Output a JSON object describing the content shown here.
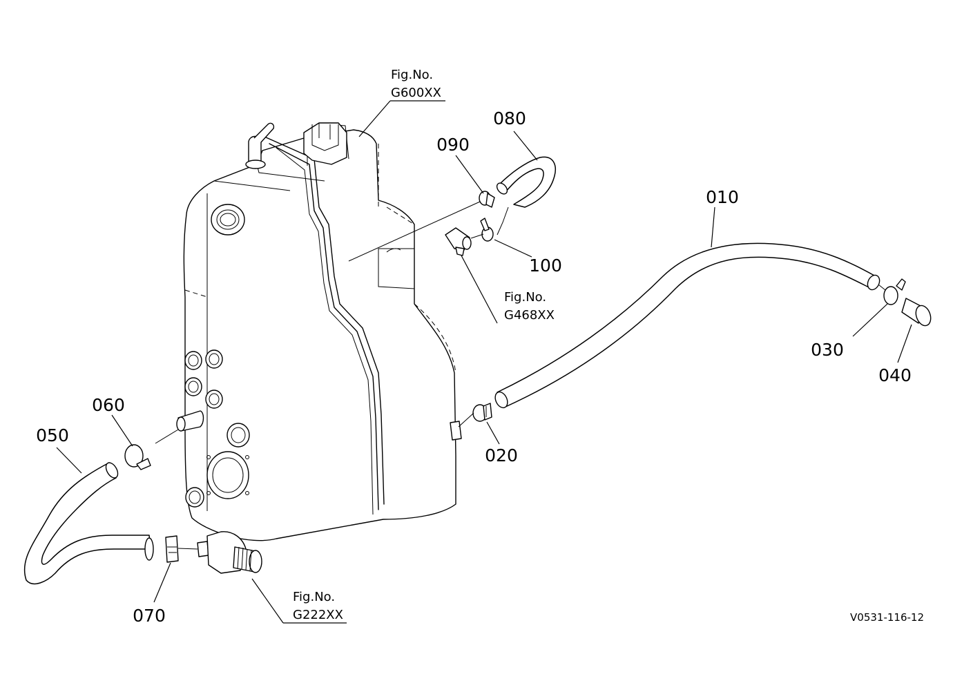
{
  "part_numbers": {
    "p010": "010",
    "p020": "020",
    "p030": "030",
    "p040": "040",
    "p050": "050",
    "p060": "060",
    "p070": "070",
    "p080": "080",
    "p090": "090",
    "p100": "100"
  },
  "figure_refs": {
    "g600": {
      "prefix": "Fig.No.",
      "code": "G600XX"
    },
    "g468": {
      "prefix": "Fig.No.",
      "code": "G468XX"
    },
    "g222": {
      "prefix": "Fig.No.",
      "code": "G222XX"
    }
  },
  "drawing_id": "V0531-116-12"
}
